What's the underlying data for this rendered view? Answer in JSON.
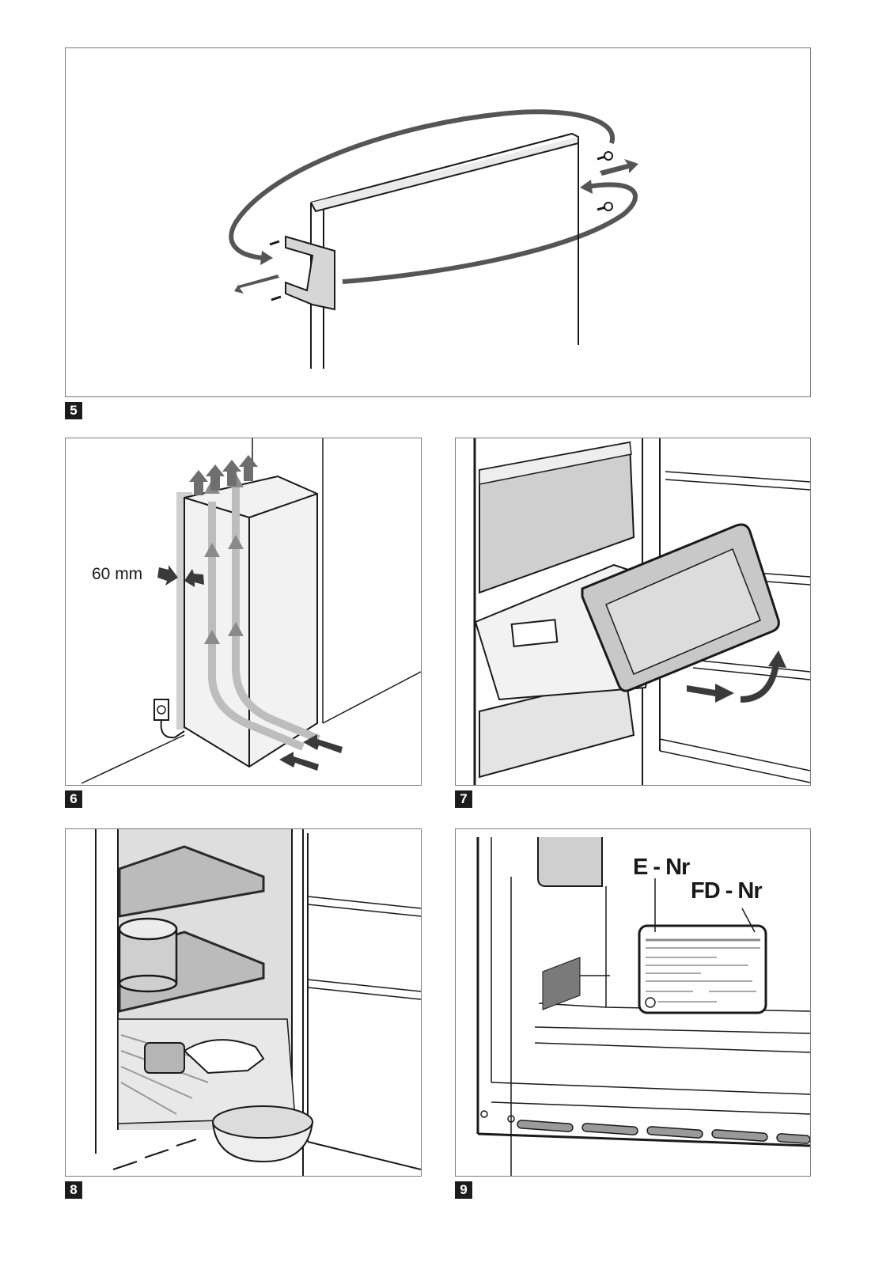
{
  "figures": [
    {
      "number": "5",
      "caption": "",
      "subject": "door-hinge-reversal"
    },
    {
      "number": "6",
      "caption": "",
      "subject": "installation-ventilation",
      "dimension_label": "60 mm"
    },
    {
      "number": "7",
      "caption": "",
      "subject": "freezer-drawer-removal"
    },
    {
      "number": "8",
      "caption": "",
      "subject": "defrosting-cleaning"
    },
    {
      "number": "9",
      "caption": "",
      "subject": "rating-plate",
      "labels": {
        "e_nr": "E - Nr",
        "fd_nr": "FD - Nr"
      }
    }
  ],
  "colors": {
    "line": "#1a1a1a",
    "arrow": "#555555",
    "fill_light": "#e6e6e6",
    "fill_mid": "#bdbdbd",
    "fill_dark": "#6e6e6e"
  }
}
